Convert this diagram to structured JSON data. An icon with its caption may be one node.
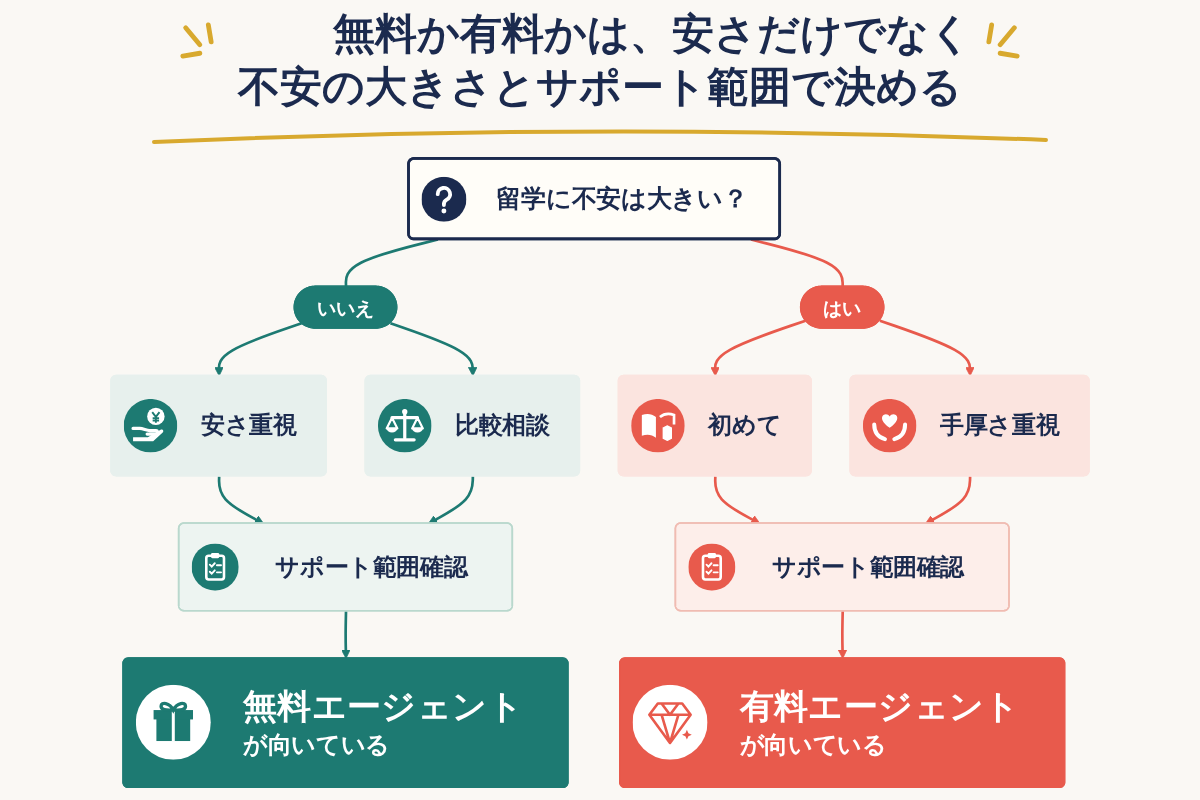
{
  "diagram": {
    "title": "無料か有料かは、安さだけでなく不安の大きさとサポート範囲で決める",
    "nodes": [
      {
        "text": [
          "留学に不安は大きい？"
        ]
      },
      {
        "text": [
          "いいえ"
        ]
      },
      {
        "text": [
          "はい"
        ]
      },
      {
        "text": [
          "安さ重視"
        ]
      },
      {
        "text": [
          "比較相談"
        ]
      },
      {
        "text": [
          "初めて"
        ]
      },
      {
        "text": [
          "手厚さ重視"
        ]
      },
      {
        "text": [
          "サポート範囲確認"
        ]
      },
      {
        "text": [
          "サポート範囲確認"
        ]
      },
      {
        "text": [
          "無料エージェント",
          "が向いている"
        ]
      },
      {
        "text": [
          "有料エージェント",
          "が向いている"
        ]
      }
    ],
    "edges": [
      {
        "from": 0,
        "to": 1,
        "arrow": "none",
        "color": "#1d7a72"
      },
      {
        "from": 0,
        "to": 2,
        "arrow": "none",
        "color": "#e85a4c"
      },
      {
        "from": 1,
        "to": 3,
        "arrow": "to",
        "color": "#1d7a72"
      },
      {
        "from": 1,
        "to": 4,
        "arrow": "to",
        "color": "#1d7a72"
      },
      {
        "from": 2,
        "to": 5,
        "arrow": "to",
        "color": "#e85a4c"
      },
      {
        "from": 2,
        "to": 6,
        "arrow": "to",
        "color": "#e85a4c"
      },
      {
        "from": 3,
        "to": 7,
        "arrow": "to",
        "color": "#1d7a72"
      },
      {
        "from": 4,
        "to": 7,
        "arrow": "to",
        "color": "#1d7a72"
      },
      {
        "from": 5,
        "to": 8,
        "arrow": "to",
        "color": "#e85a4c"
      },
      {
        "from": 6,
        "to": 8,
        "arrow": "to",
        "color": "#e85a4c"
      },
      {
        "from": 7,
        "to": 9,
        "arrow": "to",
        "color": "#1d7a72"
      },
      {
        "from": 8,
        "to": 10,
        "arrow": "to",
        "color": "#e85a4c"
      }
    ]
  }
}
